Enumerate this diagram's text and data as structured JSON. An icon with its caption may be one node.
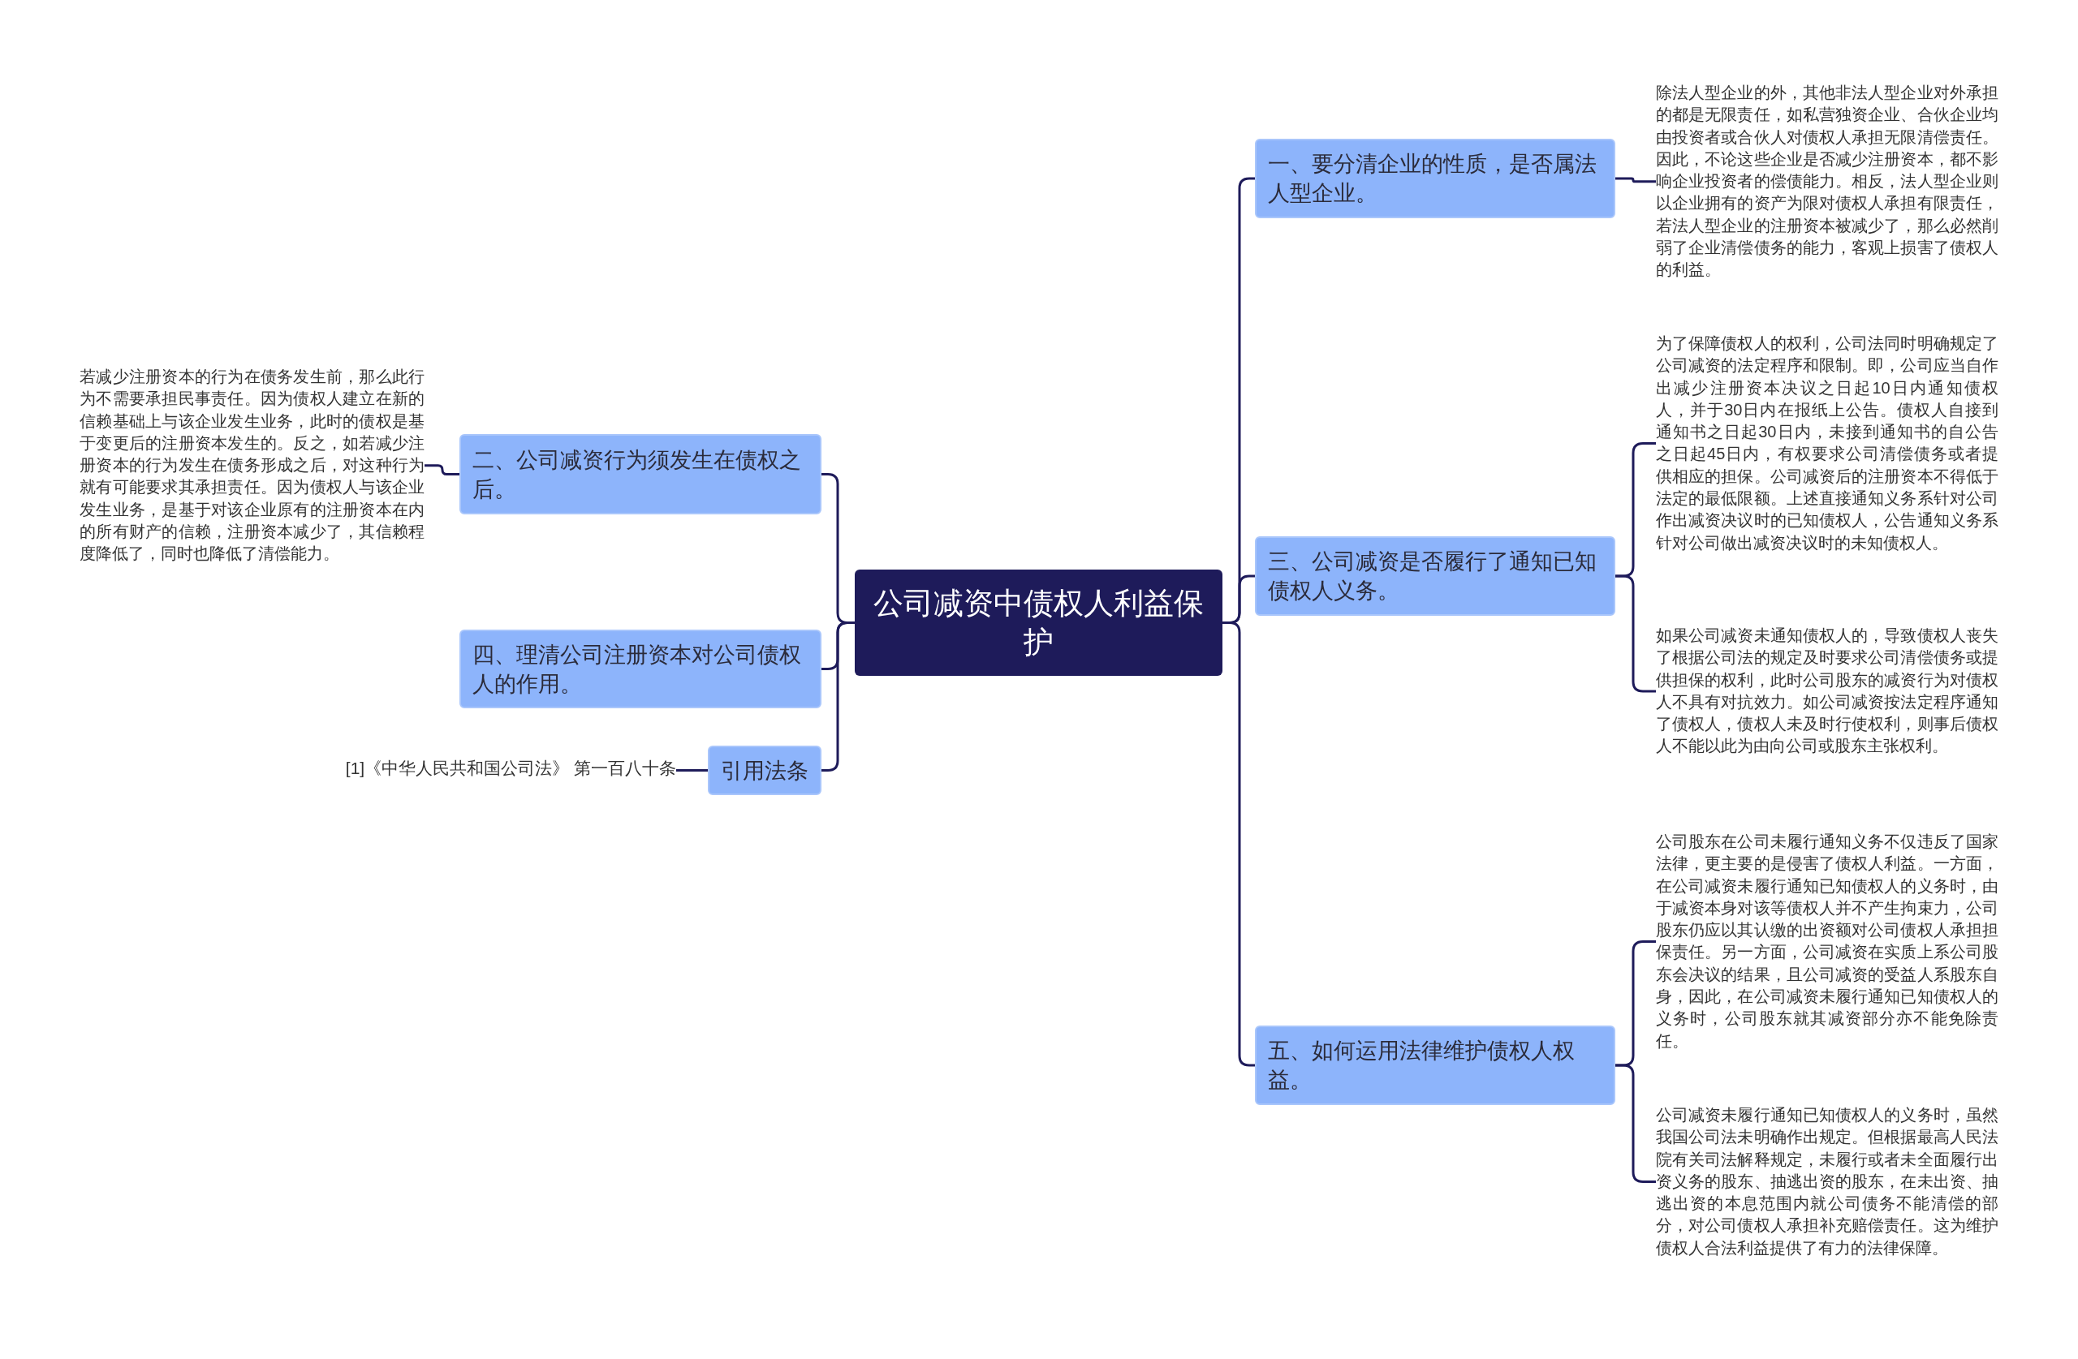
{
  "diagram": {
    "nodes": [
      {
        "text": [
          "公司减资中债权人利益保护"
        ]
      },
      {
        "text": [
          "一、要分清企业的性质，是否属法人型企业。"
        ]
      },
      {
        "text": [
          "除法人型企业的外，其他非法人型企业对外承担的都是无限责任，如私营独资企业、合伙企业均由投资者或合伙人对债权人承担无限清偿责任。因此，不论这些企业是否减少注册资本，都不影响企业投资者的偿债能力。相反，法人型企业则以企业拥有的资产为限对债权人承担有限责任，若法人型企业的注册资本被减少了，那么必然削弱了企业清偿债务的能力，客观上损害了债权人的利益。"
        ]
      },
      {
        "text": [
          "三、公司减资是否履行了通知已知债权人义务。"
        ]
      },
      {
        "text": [
          "为了保障债权人的权利，公司法同时明确规定了公司减资的法定程序和限制。即，公司应当自作出减少注册资本决议之日起10日内通知债权人，并于30日内在报纸上公告。债权人自接到通知书之日起30日内，未接到通知书的自公告之日起45日内，有权要求公司清偿债务或者提供相应的担保。公司减资后的注册资本不得低于法定的最低限额。上述直接通知义务系针对公司作出减资决议时的已知债权人，公告通知义务系针对公司做出减资决议时的未知债权人。"
        ]
      },
      {
        "text": [
          "如果公司减资未通知债权人的，导致债权人丧失了根据公司法的规定及时要求公司清偿债务或提供担保的权利，此时公司股东的减资行为对债权人不具有对抗效力。如公司减资按法定程序通知了债权人，债权人未及时行使权利，则事后债权人不能以此为由向公司或股东主张权利。"
        ]
      },
      {
        "text": [
          "五、如何运用法律维护债权人权益。"
        ]
      },
      {
        "text": [
          "公司股东在公司未履行通知义务不仅违反了国家法律，更主要的是侵害了债权人利益。一方面，在公司减资未履行通知已知债权人的义务时，由于减资本身对该等债权人并不产生拘束力，公司股东仍应以其认缴的出资额对公司债权人承担担保责任。另一方面，公司减资在实质上系公司股东会决议的结果，且公司减资的受益人系股东自身，因此，在公司减资未履行通知已知债权人的义务时，公司股东就其减资部分亦不能免除责任。"
        ]
      },
      {
        "text": [
          "公司减资未履行通知已知债权人的义务时，虽然我国公司法未明确作出规定。但根据最高人民法院有关司法解释规定，未履行或者未全面履行出资义务的股东、抽逃出资的股东，在未出资、抽逃出资的本息范围内就公司债务不能清偿的部分，对公司债权人承担补充赔偿责任。这为维护债权人合法利益提供了有力的法律保障。"
        ]
      },
      {
        "text": [
          "二、公司减资行为须发生在债权之后。"
        ]
      },
      {
        "text": [
          "若减少注册资本的行为在债务发生前，那么此行为不需要承担民事责任。因为债权人建立在新的信赖基础上与该企业发生业务，此时的债权是基于变更后的注册资本发生的。反之，如若减少注册资本的行为发生在债务形成之后，对这种行为就有可能要求其承担责任。因为债权人与该企业发生业务，是基于对该企业原有的注册资本在内的所有财产的信赖，注册资本减少了，其信赖程度降低了，同时也降低了清偿能力。"
        ]
      },
      {
        "text": [
          "四、理清公司注册资本对公司债权人的作用。"
        ]
      },
      {
        "text": [
          "引用法条"
        ]
      },
      {
        "text": [
          "[1]《中华人民共和国公司法》 第一百八十条"
        ]
      }
    ],
    "edges": [
      {
        "from": 0,
        "to": 1,
        "arrow": "none"
      },
      {
        "from": 0,
        "to": 3,
        "arrow": "none"
      },
      {
        "from": 0,
        "to": 6,
        "arrow": "none"
      },
      {
        "from": 0,
        "to": 9,
        "arrow": "none"
      },
      {
        "from": 0,
        "to": 11,
        "arrow": "none"
      },
      {
        "from": 0,
        "to": 12,
        "arrow": "none"
      },
      {
        "from": 1,
        "to": 2,
        "arrow": "none"
      },
      {
        "from": 3,
        "to": 4,
        "arrow": "none"
      },
      {
        "from": 3,
        "to": 5,
        "arrow": "none"
      },
      {
        "from": 6,
        "to": 7,
        "arrow": "none"
      },
      {
        "from": 6,
        "to": 8,
        "arrow": "none"
      },
      {
        "from": 9,
        "to": 10,
        "arrow": "none"
      },
      {
        "from": 12,
        "to": 13,
        "arrow": "none"
      }
    ]
  }
}
